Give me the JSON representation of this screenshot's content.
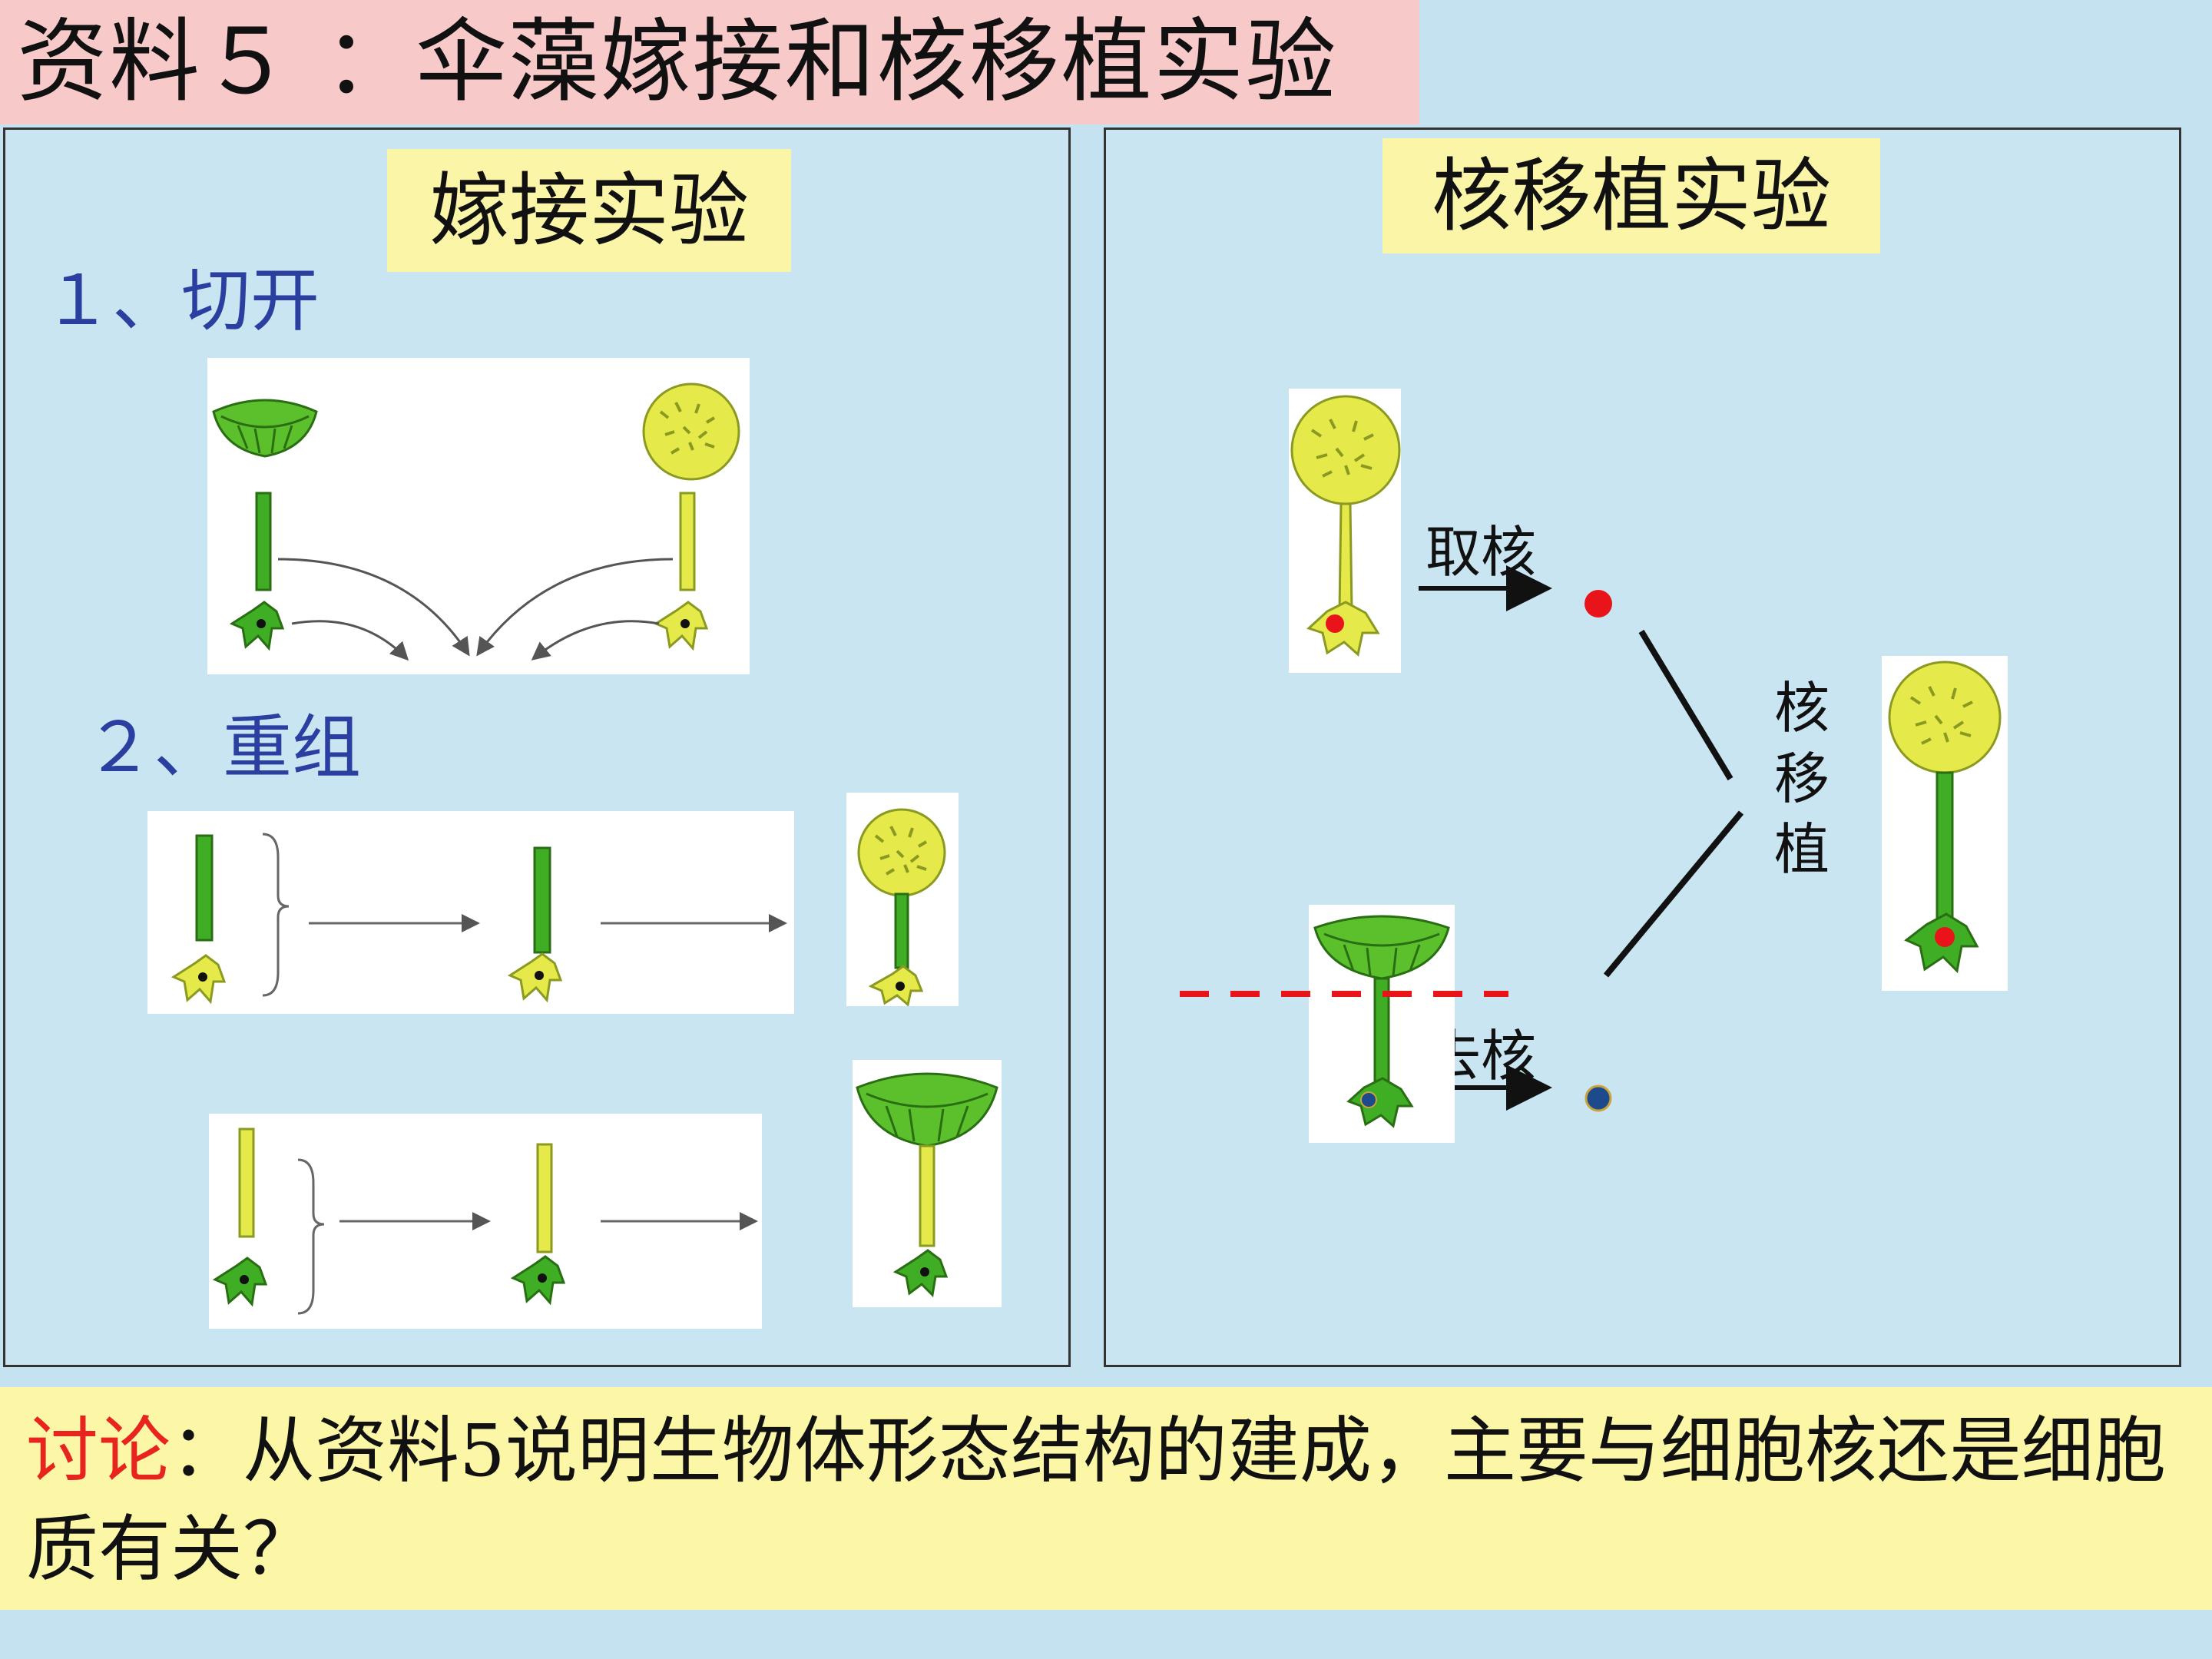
{
  "title": "资料５ ：伞藻嫁接和核移植实验",
  "graft": {
    "heading": "嫁接实验",
    "step1": "１、切开",
    "step2": "２、重组"
  },
  "nuclear": {
    "heading": "核移植实验",
    "take_nucleus": "取核",
    "remove_nucleus": "去核",
    "transplant_chars": [
      "核",
      "移",
      "植"
    ]
  },
  "discussion": {
    "label": "讨论",
    "text": "：从资料5说明生物体形态结构的建成，主要与细胞核还是细胞质有关？"
  },
  "colors": {
    "title_bg": "#f7c9c9",
    "label_bg": "#fbf5a7",
    "step_text": "#2b3fa0",
    "discussion_label": "#e8241e",
    "nucleus_red": "#e8141a",
    "nucleus_blue": "#1d4a8a",
    "cut_line": "#e8141a"
  }
}
